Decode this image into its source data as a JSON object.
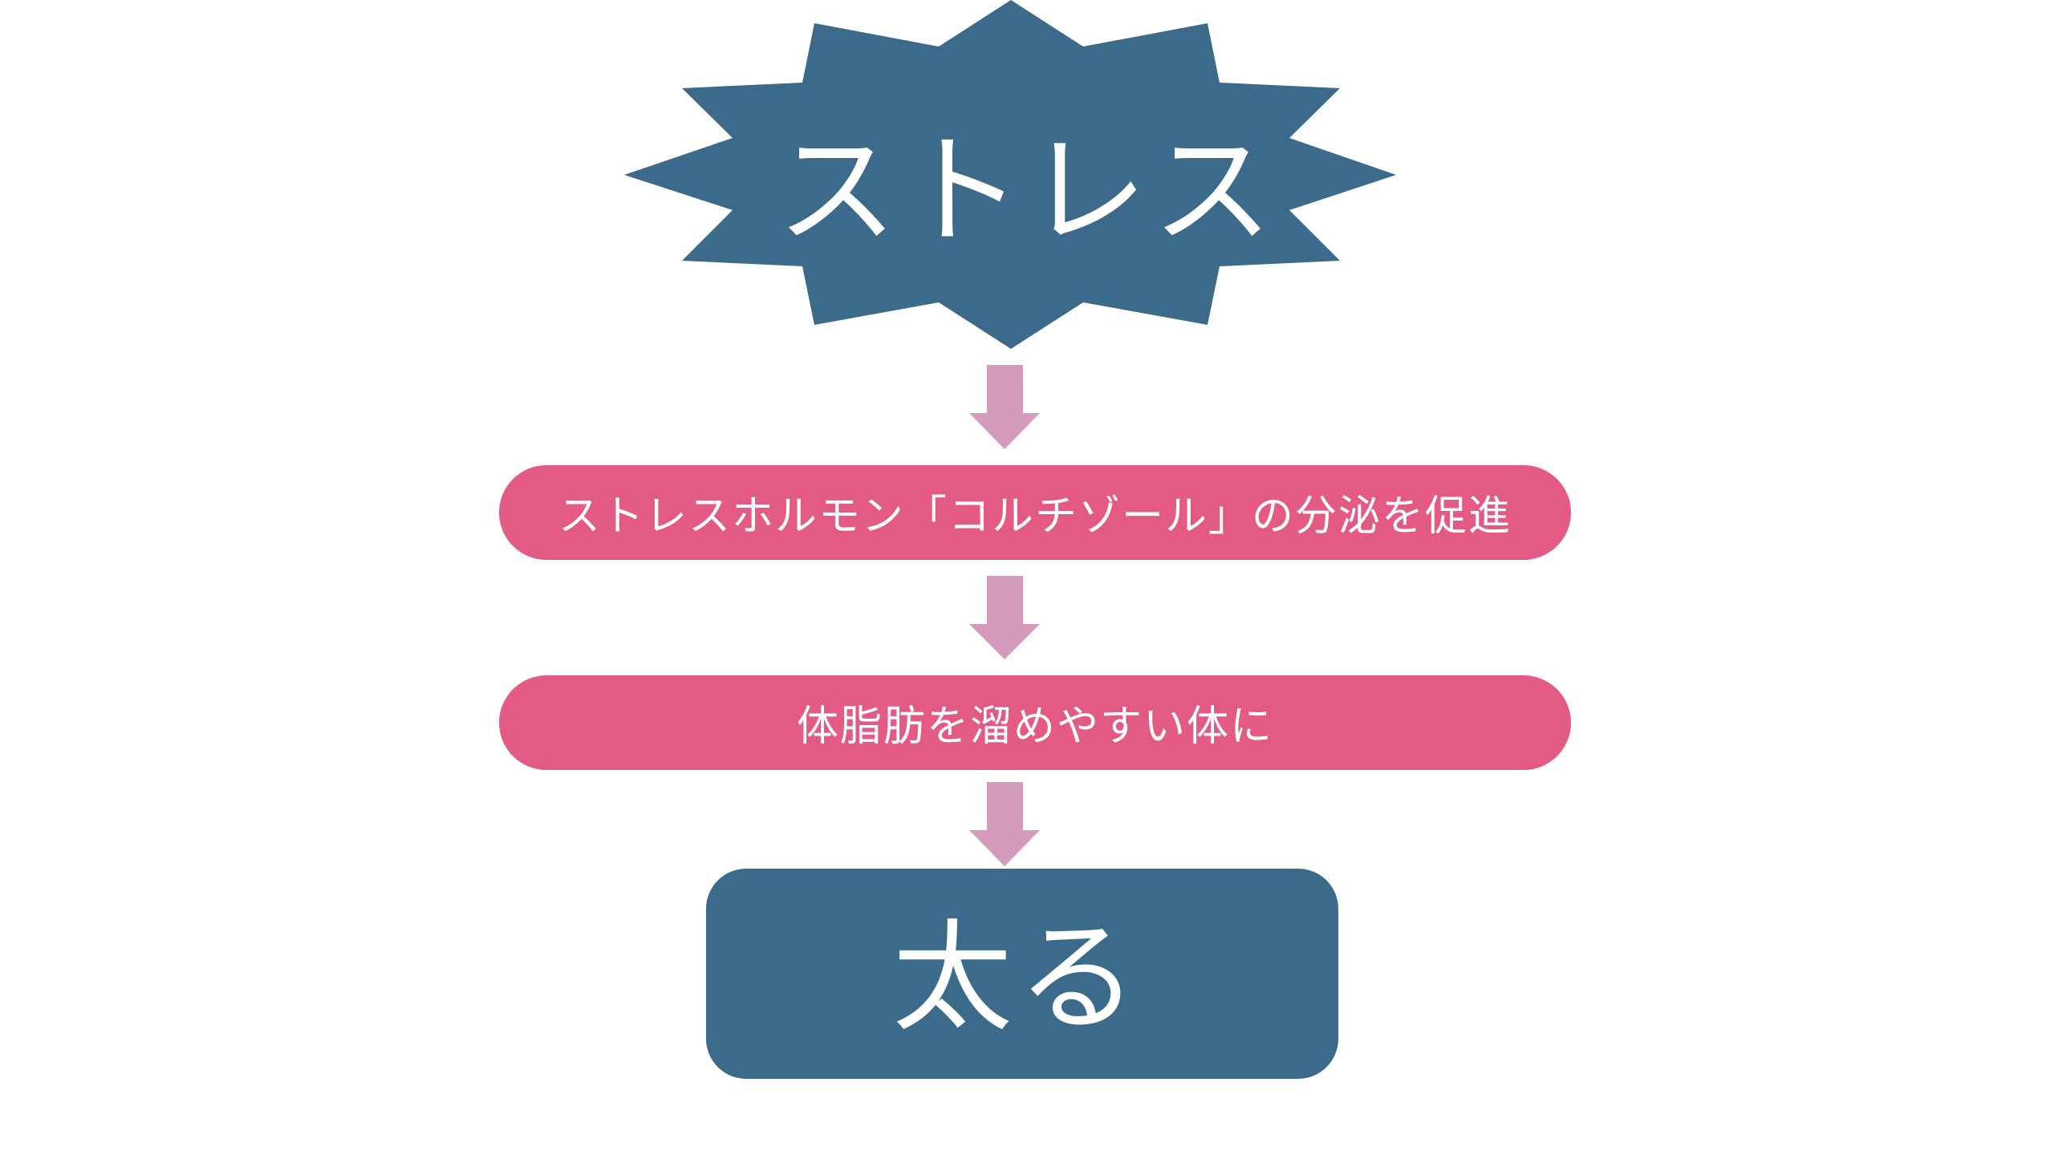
{
  "colors": {
    "navy": "#3b6a8b",
    "pink": "#e35a85",
    "arrow": "#d49bbd",
    "text": "#ffffff",
    "background": "#ffffff"
  },
  "flow": {
    "burst": {
      "label": "ストレス",
      "icon": "explosion-burst-shape"
    },
    "step1": {
      "label": "ストレスホルモン「コルチゾール」の分泌を促進"
    },
    "step2": {
      "label": "体脂肪を溜めやすい体に"
    },
    "result": {
      "label": "太る"
    },
    "arrow_icon": "arrow-down-icon"
  }
}
